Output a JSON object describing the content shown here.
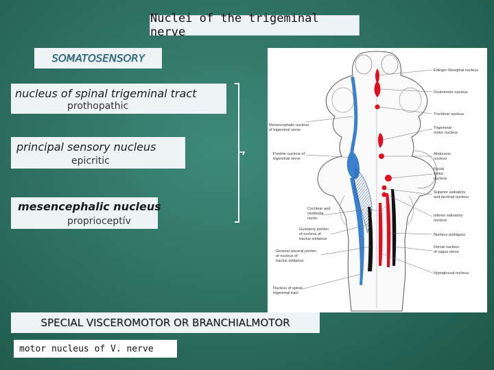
{
  "slide": {
    "title": "Nuclei of the trigeminal nerve",
    "somatosensory_heading": "SOMATOSENSORY",
    "nuclei": [
      {
        "name": "nucleus of spinal trigeminal tract",
        "sub": "prothopathic"
      },
      {
        "name": "principal  sensory nucleus",
        "sub": "epicritic"
      },
      {
        "name": "mesencephalic nucleus",
        "sub": "proprioceptív"
      }
    ],
    "visceromotor_heading": "SPECIAL VISCEROMOTOR OR BRANCHIALMOTOR",
    "motor_nucleus": "motor nucleus of V. nerve"
  },
  "figure_labels": {
    "edinger": "Edinger-Westphal nucleus",
    "oculomotor": "Oculomotor nucleus",
    "trochlear": "Trochlear nucleus",
    "mesen1": "Mesencephalic nucleus",
    "mesen2": "of trigeminal nerve",
    "trigmotor1": "Trigeminal",
    "trigmotor2": "motor nucleus",
    "pontine1": "Pontine nucleus of",
    "pontine2": "trigeminal nerve",
    "abducens1": "Abducens",
    "abducens2": "nucleus",
    "facial1": "Facial",
    "facial2": "motor",
    "facial3": "nucleus",
    "superior1": "Superior salivatory",
    "superior2": "and lacrimal nucleus",
    "cochlear1": "Cochlear and",
    "cochlear2": "vestibular",
    "cochlear3": "nuclei",
    "inferior1": "Inferior salivatory",
    "inferior2": "nucleus",
    "gust1": "Gustatory portion",
    "gust2": "of nucleus of",
    "gust3": "tractus solitarius",
    "ambiguus": "Nucleus ambiguus",
    "general1": "General visceral portion",
    "general2": "of nucleus of",
    "general3": "tractus solitarius",
    "dorsal1": "Dorsal nucleus",
    "dorsal2": "of vagus nerve",
    "hypo": "Hypoglossal nucleus",
    "spinal1": "Nucleus of spinal",
    "spinal2": "trigeminal tract"
  },
  "colors": {
    "sensory": "#3a7fd0",
    "motor": "#e01020",
    "visceral": "#111111",
    "background": "#2f7364"
  }
}
